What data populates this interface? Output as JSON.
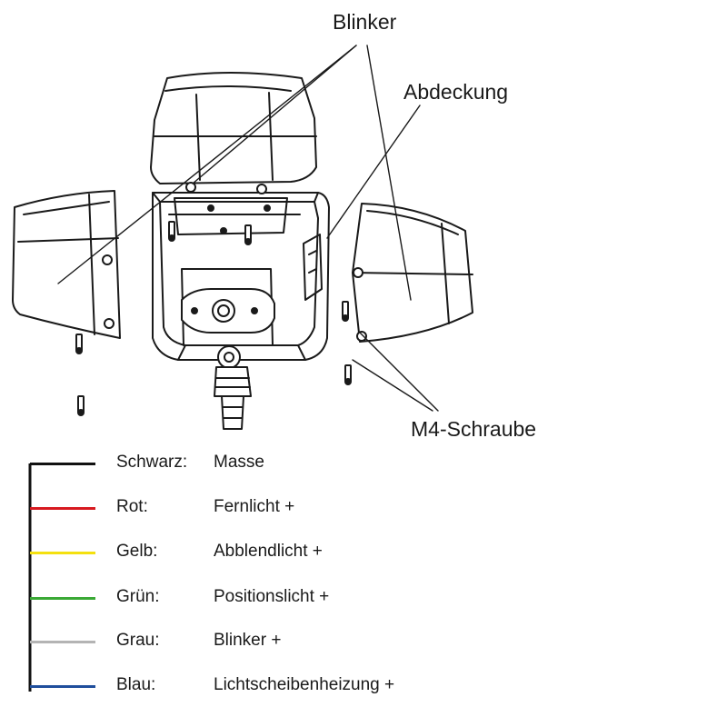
{
  "callouts": {
    "blinker": "Blinker",
    "abdeckung": "Abdeckung",
    "schraube": "M4-Schraube"
  },
  "legend": [
    {
      "color_name": "Schwarz:",
      "function": "Masse",
      "hex": "#111111"
    },
    {
      "color_name": "Rot:",
      "function": "Fernlicht +",
      "hex": "#d7191f"
    },
    {
      "color_name": "Gelb:",
      "function": "Abblendlicht +",
      "hex": "#f4e00e"
    },
    {
      "color_name": "Grün:",
      "function": "Positionslicht +",
      "hex": "#3aa935"
    },
    {
      "color_name": "Grau:",
      "function": "Blinker +",
      "hex": "#b4b4b4"
    },
    {
      "color_name": "Blau:",
      "function": "Lichtscheibenheizung +",
      "hex": "#1f4e9c"
    }
  ]
}
